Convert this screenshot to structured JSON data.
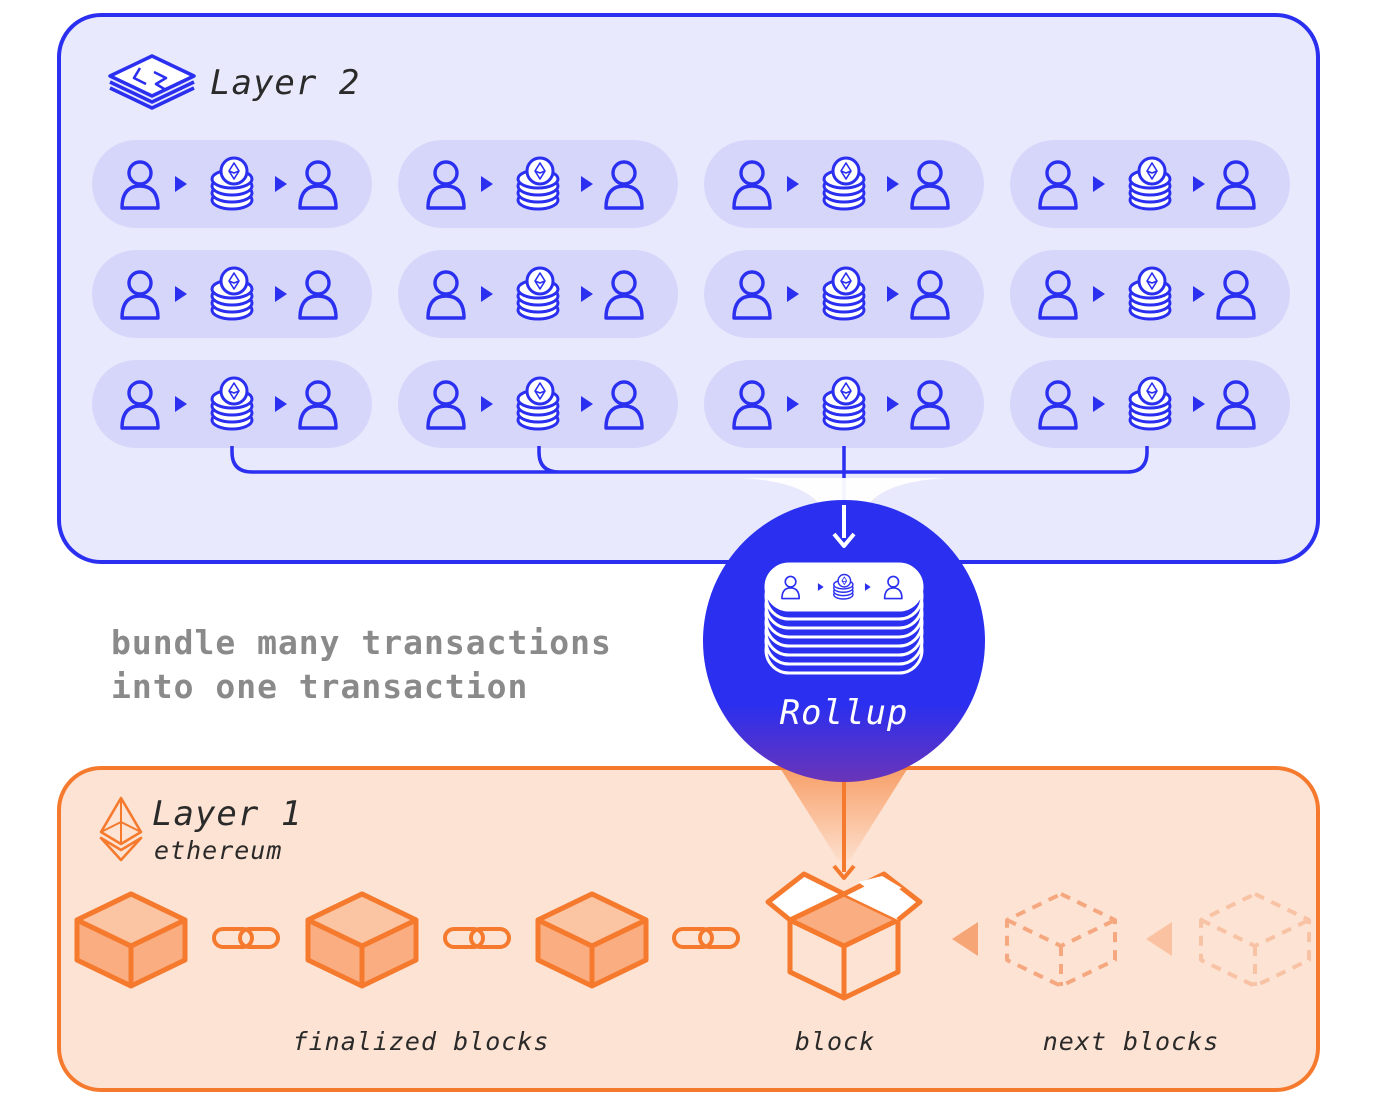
{
  "layer2": {
    "title": "Layer 2",
    "tx_rows": 3,
    "tx_cols": 4
  },
  "rollup": {
    "label": "Rollup",
    "stack_layers": 8
  },
  "caption": {
    "line1": "bundle many transactions",
    "line2": "into one transaction"
  },
  "layer1": {
    "title": "Layer 1",
    "subtitle": "ethereum",
    "finalized_label": "finalized blocks",
    "current_label": "block",
    "next_label": "next blocks",
    "finalized_count": 3,
    "next_count": 2
  },
  "icons": {
    "layer2": "layer2-logo-icon",
    "ethereum": "ethereum-diamond-icon",
    "user": "user-icon",
    "arrow": "triangle-arrow-icon",
    "coins": "eth-coin-stack-icon",
    "chain": "chain-link-icon",
    "block": "cube-block-icon",
    "open_block": "open-box-icon",
    "future_block": "dashed-cube-icon"
  },
  "colors": {
    "blue": "#2a2ff0",
    "blue_panel_bg": "#e9e9fd",
    "blue_pill": "#d6d6fb",
    "orange": "#f57a2e",
    "orange_panel_bg": "#fde3d3",
    "orange_cube_fill": "#f9ad80",
    "caption_gray": "#8a8a8a"
  }
}
